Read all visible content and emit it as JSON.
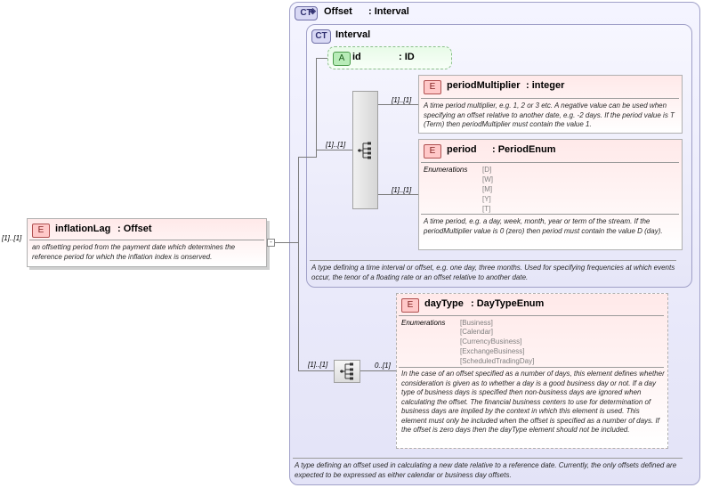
{
  "root": {
    "cardinality": "[1]..[1]",
    "name": "inflationLag",
    "type": ": Offset",
    "description": "an offsetting period from the payment date which determines the reference period for which the inflation index is onserved.",
    "badge": "E",
    "expander": "-"
  },
  "offset": {
    "badge": "CT",
    "name": "Offset",
    "type": ": Interval",
    "description": "A type defining an offset used in calculating a new date relative to a reference date. Currently, the only offsets defined are expected to be expressed as either calendar or business day offsets.",
    "sequence_cardinality": "[1]..[1]",
    "daytype_cardinality": "0..[1]"
  },
  "interval": {
    "badge": "CT",
    "name": "Interval",
    "description": "A type defining a time interval or offset, e.g. one day, three months. Used for specifying frequencies at which events occur, the tenor of a floating rate or an offset relative to another date.",
    "sequence_cardinality": "[1]..[1]"
  },
  "attribute_id": {
    "badge": "A",
    "name": "id",
    "type": ": ID"
  },
  "periodMultiplier": {
    "badge": "E",
    "cardinality": "[1]..[1]",
    "name": "periodMultiplier",
    "type": ": integer",
    "description": "A time period multiplier, e.g. 1, 2 or 3 etc. A negative value can be used when specifying an offset relative to another date, e.g. -2 days. If the period value is T (Term) then periodMultiplier must contain the value 1."
  },
  "period": {
    "badge": "E",
    "cardinality": "[1]..[1]",
    "name": "period",
    "type": ": PeriodEnum",
    "enum_label": "Enumerations",
    "enumerations": [
      "[D]",
      "[W]",
      "[M]",
      "[Y]",
      "[T]"
    ],
    "description": "A time period, e.g. a day, week, month, year or term of the stream. If the periodMultiplier value is 0 (zero) then period must contain the value D (day)."
  },
  "dayType": {
    "badge": "E",
    "name": "dayType",
    "type": ": DayTypeEnum",
    "enum_label": "Enumerations",
    "enumerations": [
      "[Business]",
      "[Calendar]",
      "[CurrencyBusiness]",
      "[ExchangeBusiness]",
      "[ScheduledTradingDay]"
    ],
    "description": "In the case of an offset specified as a number of days, this element defines whether consideration is given as to whether a day is a good business day or not. If a day type of business days is specified then non-business days are ignored when calculating the offset. The financial business centers to use for determination of business days are implied by the context in which this element is used. This element must only be included when the offset is specified as a number of days. If the offset is zero days then the dayType element should not be included."
  }
}
